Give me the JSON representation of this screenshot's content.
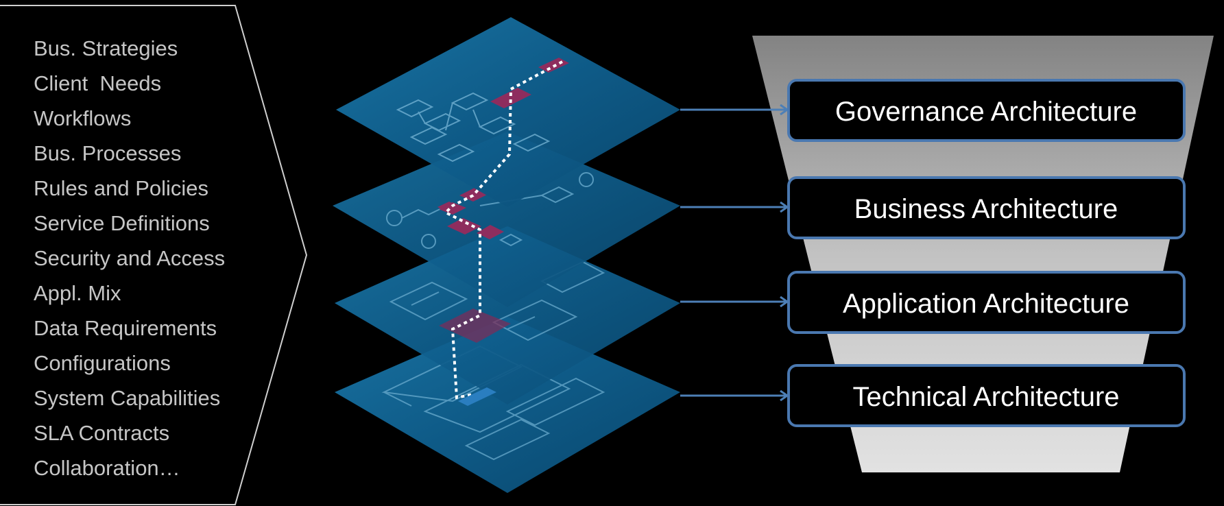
{
  "input_list": {
    "items": [
      "Bus. Strategies",
      "Client  Needs",
      "Workflows",
      "Bus. Processes",
      "Rules and Policies",
      "Service Definitions",
      "Security and Access",
      "Appl. Mix",
      "Data Requirements",
      "Configurations",
      "System Capabilities",
      "SLA Contracts",
      "Collaboration…"
    ]
  },
  "architecture_layers": [
    {
      "label": "Governance Architecture"
    },
    {
      "label": "Business Architecture"
    },
    {
      "label": "Application Architecture"
    },
    {
      "label": "Technical Architecture"
    }
  ],
  "colors": {
    "background": "#000000",
    "list_text": "#c6c6c6",
    "layer_plane": "#0e5a86",
    "connector": "#4d7fb6",
    "box_border": "#4a78b0",
    "highlight": "#8e2d5e",
    "funnel_top": "#8a8a8a",
    "funnel_bottom": "#dcdcdc"
  }
}
